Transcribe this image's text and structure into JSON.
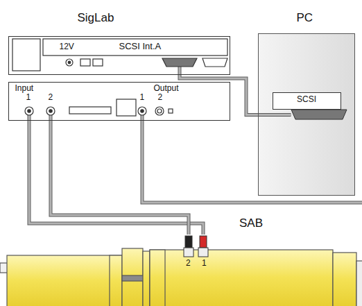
{
  "diagram": {
    "nodes": [
      {
        "text": [
          "SigLab",
          "12V",
          "SCSI Int.A"
        ]
      },
      {
        "text": [
          "PC"
        ]
      },
      {
        "text": [
          "SCSI"
        ],
        "in": 1
      },
      {
        "text": [
          "Input",
          "1 2",
          "Output",
          "1 2"
        ]
      },
      {
        "text": [
          "SAB"
        ]
      }
    ],
    "edges": [
      {
        "from": 0,
        "to": 2,
        "arrow": "none"
      },
      {
        "from": 3,
        "to": 4,
        "arrow": "none"
      },
      {
        "from": 3,
        "to": 4,
        "arrow": "none"
      }
    ],
    "labels": [
      "2",
      "1"
    ]
  }
}
